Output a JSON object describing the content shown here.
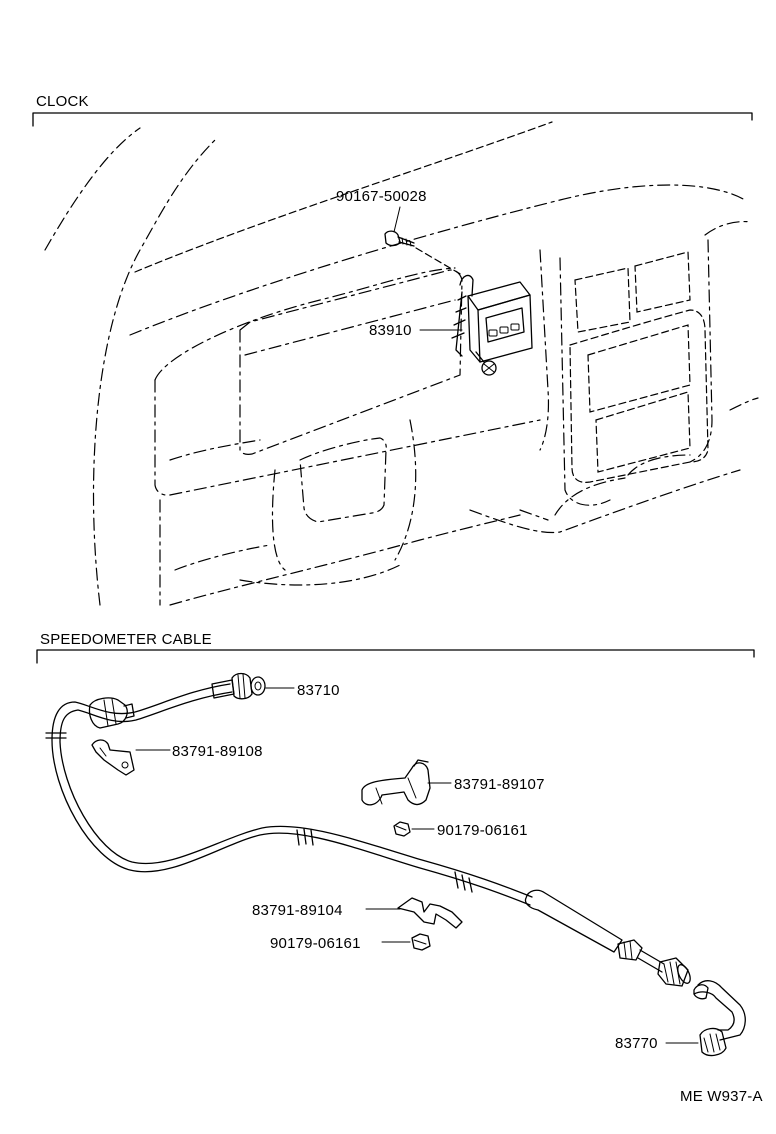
{
  "sections": {
    "clock": "CLOCK",
    "speedometer_cable": "SPEEDOMETER CABLE"
  },
  "parts": {
    "screw": "90167-50028",
    "clock": "83910",
    "cable_end": "83710",
    "clamp_upper_left": "83791-89108",
    "clamp_right": "83791-89107",
    "nut_right": "90179-06161",
    "clamp_lower": "83791-89104",
    "nut_lower": "90179-06161",
    "driven_gear": "83770"
  },
  "figure_code": "ME W937-A"
}
